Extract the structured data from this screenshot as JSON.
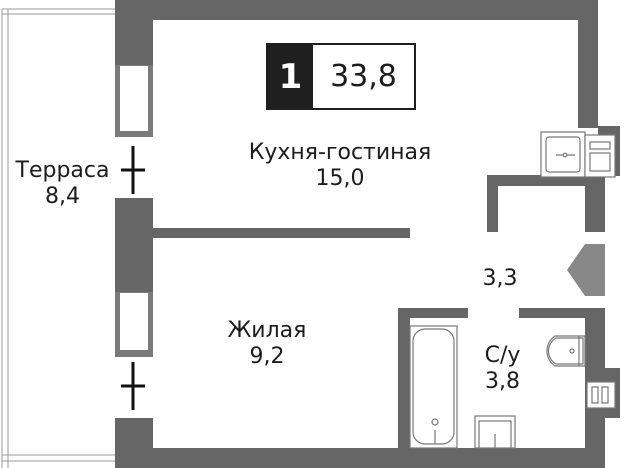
{
  "plan": {
    "rooms_count": "1",
    "total_area": "33,8",
    "colors": {
      "wall": "#666666",
      "window": "#7a7a7a",
      "text": "#1c1c1c",
      "badge_bg": "#1f1f1f",
      "fixture": "#777777",
      "entrance": "#888888"
    }
  },
  "rooms": {
    "terrace": {
      "name": "Терраса",
      "area": "8,4"
    },
    "kitchen": {
      "name": "Кухня-гостиная",
      "area": "15,0"
    },
    "hall": {
      "name": "",
      "area": "3,3"
    },
    "bedroom": {
      "name": "Жилая",
      "area": "9,2"
    },
    "bathroom": {
      "name": "С/у",
      "area": "3,8"
    }
  }
}
